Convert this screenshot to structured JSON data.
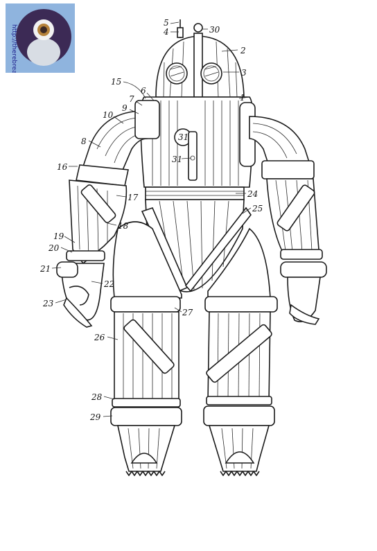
{
  "logo": {
    "url_text": "http://therebreathersite.nl"
  },
  "callouts": [
    "1",
    "2",
    "3",
    "4",
    "5",
    "6",
    "7",
    "8",
    "9",
    "10",
    "15",
    "16",
    "17",
    "18",
    "19",
    "20",
    "21",
    "22",
    "23",
    "24",
    "25",
    "26",
    "27",
    "28",
    "29",
    "30",
    "31"
  ],
  "badge": "31"
}
